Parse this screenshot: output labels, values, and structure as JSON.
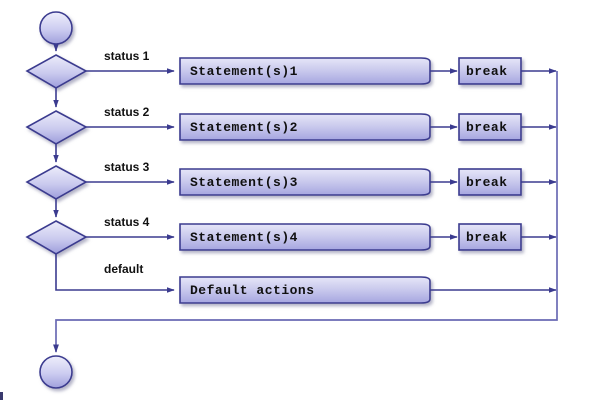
{
  "diagram": {
    "title": "switch statement flowchart",
    "type": "flowchart",
    "colors": {
      "stroke": "#3b3b8f",
      "fill_top": "#e8e8f8",
      "fill_bottom": "#a2a2dd",
      "statement_fill_top": "#dedef5",
      "statement_fill_bottom": "#a8a8e0",
      "line": "#44449a",
      "text": "#101010",
      "background": "#ffffff"
    },
    "start_node": {
      "name": "start",
      "shape": "circle"
    },
    "end_node": {
      "name": "end",
      "shape": "circle"
    },
    "branches": [
      {
        "condition_label": "status 1",
        "action_label": "Statement(s)1",
        "break_label": "break",
        "has_break": true
      },
      {
        "condition_label": "status 2",
        "action_label": "Statement(s)2",
        "break_label": "break",
        "has_break": true
      },
      {
        "condition_label": "status 3",
        "action_label": "Statement(s)3",
        "break_label": "break",
        "has_break": true
      },
      {
        "condition_label": "status 4",
        "action_label": "Statement(s)4",
        "break_label": "break",
        "has_break": true
      },
      {
        "condition_label": "default",
        "action_label": "Default actions",
        "break_label": "",
        "has_break": false
      }
    ]
  }
}
